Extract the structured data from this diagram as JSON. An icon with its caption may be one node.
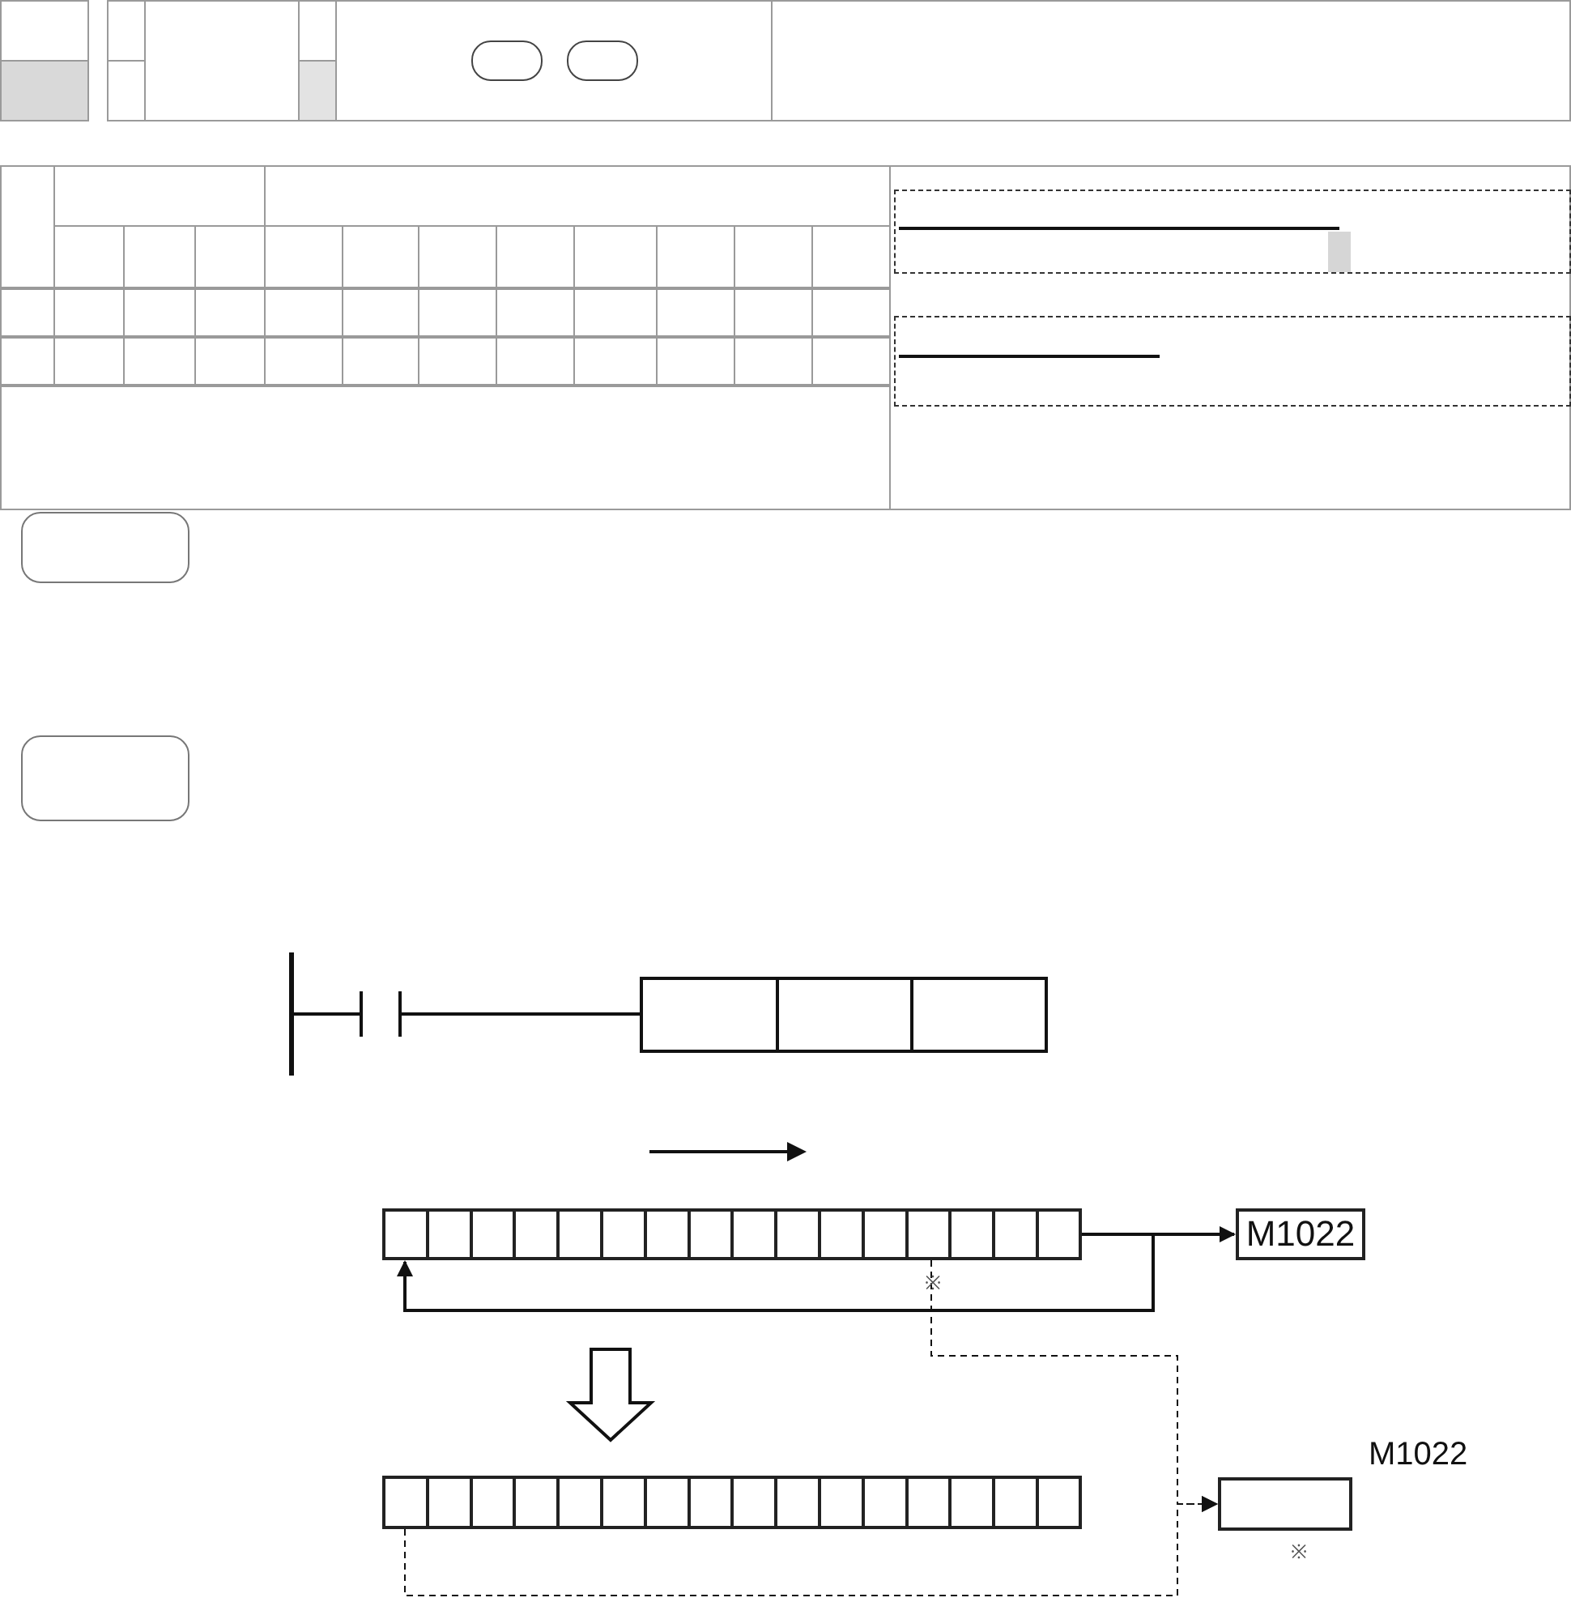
{
  "diagram": {
    "nodes": [
      {
        "text": [],
        "shape": "box"
      },
      {
        "text": [],
        "shape": "box"
      },
      {
        "text": [],
        "shape": "box"
      },
      {
        "text": [],
        "shape": "box"
      },
      {
        "text": [],
        "shape": "bar"
      },
      {
        "text": [
          "M1022"
        ]
      },
      {
        "text": [],
        "shape": "bar"
      },
      {
        "text": [],
        "shape": "box",
        "beside": [
          "M1022",
          "※"
        ]
      }
    ],
    "edges": [
      {
        "from": 4,
        "to": 5,
        "arrow": "to"
      },
      {
        "from": 4,
        "to": 4,
        "arrow": "to"
      },
      {
        "from": 4,
        "to": 7,
        "arrow": "to",
        "style": "dashed"
      },
      {
        "from": 6,
        "to": 7,
        "arrow": "to",
        "style": "dashed"
      },
      {
        "from": 4,
        "to": 6,
        "arrow": "to",
        "style": "thick"
      }
    ],
    "labels": [
      "※"
    ]
  }
}
